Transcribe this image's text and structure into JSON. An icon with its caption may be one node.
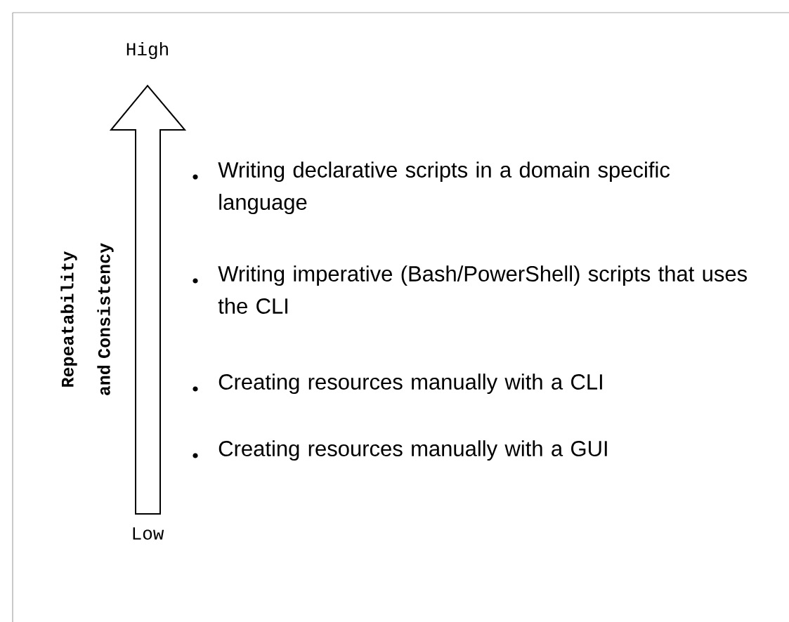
{
  "diagram": {
    "labels": [
      "High",
      "Repeatability and Consistency",
      "Writing declarative scripts in a domain specific language",
      "Writing imperative (Bash/PowerShell) scripts that uses the CLI",
      "Creating resources manually with a CLI",
      "Creating resources manually with a GUI",
      "Low"
    ]
  }
}
